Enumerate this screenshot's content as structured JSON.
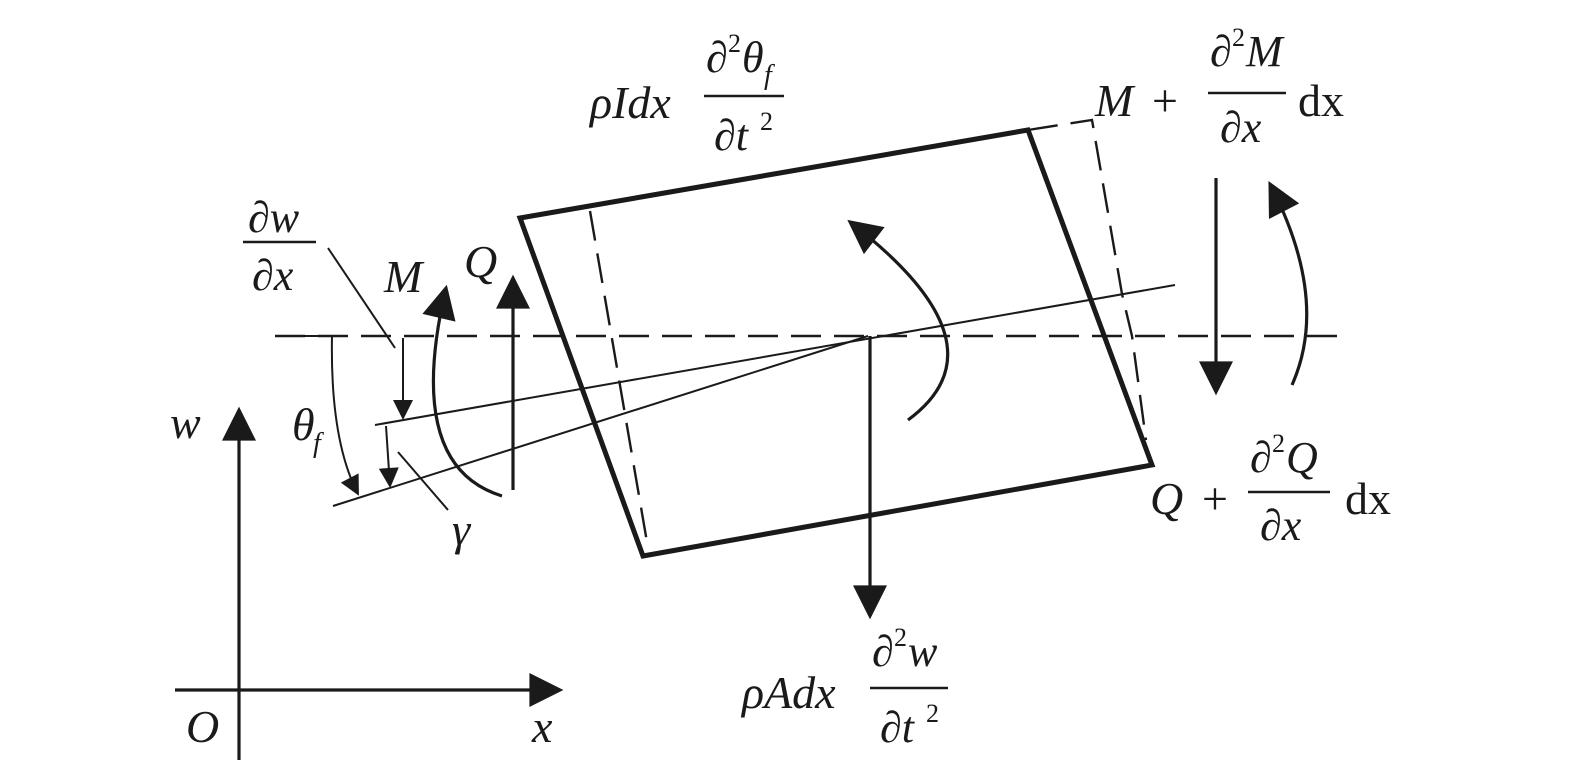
{
  "labels": {
    "rotary_inertia": {
      "prefix": "ρIdx",
      "num_d": "∂",
      "num_exp": "2",
      "num_var": "θ",
      "num_sub": "f",
      "den": "∂t",
      "den_exp": "2"
    },
    "moment_right": {
      "prefix": "M",
      "plus": "+",
      "num_d": "∂",
      "num_exp": "2",
      "num_var": "M",
      "den": "∂x",
      "suffix": "dx"
    },
    "shear_right": {
      "prefix": "Q",
      "plus": "+",
      "num_d": "∂",
      "num_exp": "2",
      "num_var": "Q",
      "den": "∂x",
      "suffix": "dx"
    },
    "inertia_force": {
      "prefix": "ρAdx",
      "num_d": "∂",
      "num_exp": "2",
      "num_var": "w",
      "den": "∂t",
      "den_exp": "2"
    },
    "slope": {
      "num": "∂w",
      "den": "∂x"
    },
    "moment_left": "M",
    "shear_left": "Q",
    "theta_f": {
      "main": "θ",
      "sub": "f"
    },
    "gamma": "γ",
    "axis_w": "w",
    "axis_x": "x",
    "origin": "O"
  }
}
